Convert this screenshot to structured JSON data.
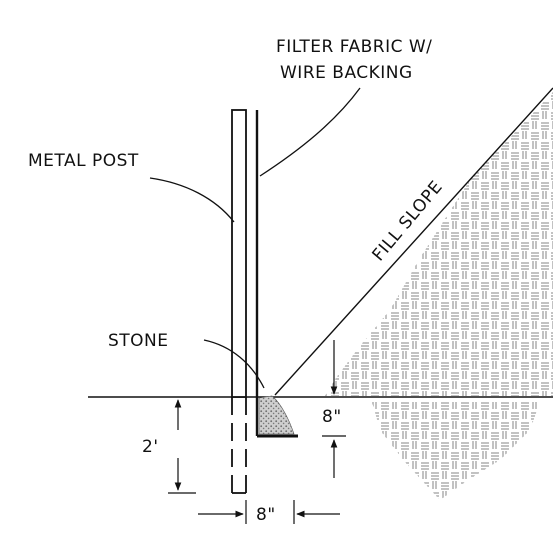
{
  "diagram": {
    "labels": {
      "filter_fabric_line1": "FILTER FABRIC W/",
      "filter_fabric_line2": "WIRE BACKING",
      "metal_post": "METAL POST",
      "fill_slope": "FILL SLOPE",
      "stone": "STONE",
      "depth_8in": "8\"",
      "embed_2ft": "2'",
      "width_8in": "8\""
    },
    "colors": {
      "ink": "#111111",
      "hatch": "#555555",
      "stone": "#9a9a9a",
      "background": "#ffffff"
    }
  }
}
